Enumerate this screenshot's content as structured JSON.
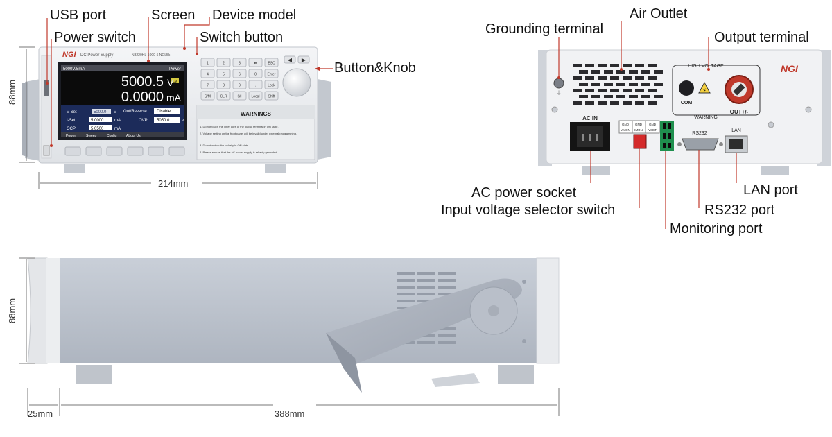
{
  "labels": {
    "usb_port": "USB port",
    "power_switch": "Power switch",
    "screen": "Screen",
    "device_model": "Device model",
    "switch_button": "Switch button",
    "button_knob": "Button&Knob",
    "air_outlet": "Air Outlet",
    "grounding_terminal": "Grounding terminal",
    "output_terminal": "Output terminal",
    "ac_power_socket": "AC power socket",
    "input_voltage_selector": "Input voltage selector switch",
    "lan_port": "LAN port",
    "rs232_port": "RS232 port",
    "monitoring_port": "Monitoring port"
  },
  "dimensions": {
    "front_height": "88mm",
    "front_width": "214mm",
    "side_height": "88mm",
    "side_depth": "388mm",
    "side_handle": "25mm"
  },
  "front_panel": {
    "brand": "NGI",
    "product": "DC Power Supply",
    "model": "N3220HL-5000-5  NGI/5k",
    "screen": {
      "range": "5000V/5mA",
      "mode": "Power",
      "voltage": "5000.5",
      "voltage_unit": "V",
      "current": "0.0000",
      "current_unit": "mA",
      "cv_badge": "CV",
      "vset_label": "V-Set",
      "vset_value": "5000.0",
      "vset_unit": "V",
      "out_reverse_label": "Out/Reverse",
      "out_reverse_value": "Disable",
      "iset_label": "I-Set",
      "iset_value": "5.0000",
      "iset_unit": "mA",
      "ovp_label": "OVP",
      "ovp_value": "5050.0",
      "ovp_unit": "V",
      "ocp_label": "OCP",
      "ocp_value": "5.0500",
      "ocp_unit": "mA",
      "softkeys": [
        "Power",
        "Sweep",
        "Config",
        "About Us"
      ]
    },
    "keypad": [
      "1",
      "2",
      "3",
      "⬅",
      "ESC",
      "4",
      "5",
      "6",
      "0",
      "Enter",
      "7",
      "8",
      "9",
      ".",
      "Lock",
      "S/M",
      "CLR",
      "S/I",
      "Local",
      "Shift"
    ],
    "warnings_title": "WARNINGS",
    "warnings": [
      "1. Do not touch the inner core of the output terminal in ON state.",
      "2. Voltage setting on the front panel will be invalid under external programming.",
      "3. Do not switch the polarity in ON state.",
      "4. Please ensure that the AC power supply is reliably grounded."
    ]
  },
  "rear_panel": {
    "brand": "NGI",
    "high_voltage": "HIGH VOLTAGE",
    "warning": "WARNING",
    "com": "COM",
    "out": "OUT+/-",
    "ac_in": "AC  IN",
    "rs232": "RS232",
    "lan": "LAN",
    "monitor_cells": [
      "GND",
      "GND",
      "GND",
      "VMON",
      "IMON",
      "VSET"
    ]
  }
}
